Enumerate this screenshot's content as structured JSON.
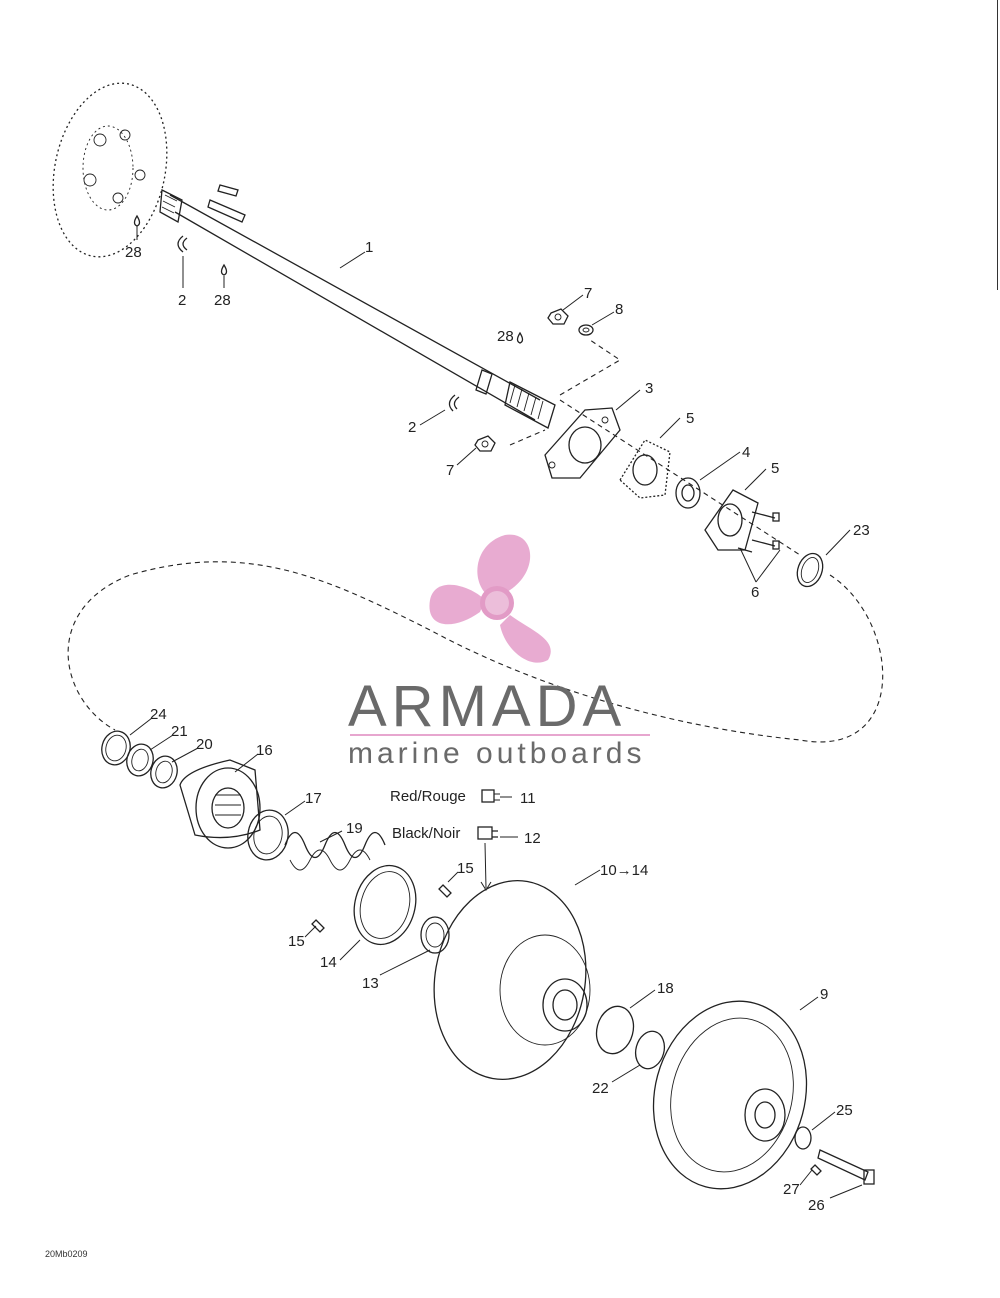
{
  "diagram": {
    "callouts": [
      "1",
      "2",
      "2",
      "3",
      "4",
      "5",
      "5",
      "6",
      "7",
      "7",
      "8",
      "9",
      "10→14",
      "11",
      "12",
      "13",
      "14",
      "15",
      "15",
      "16",
      "17",
      "18",
      "19",
      "20",
      "21",
      "22",
      "23",
      "24",
      "25",
      "26",
      "27",
      "28",
      "28",
      "28"
    ],
    "color_labels": {
      "red": "Red/Rouge",
      "black": "Black/Noir"
    },
    "figure_code": "20Mb0209"
  },
  "watermark": {
    "brand": "ARMADA",
    "tagline": "marine outboards",
    "icon": "propeller-icon",
    "colors": {
      "propeller": "#e7a6cf",
      "text": "#6a6a6a",
      "rule": "#e7a6cf"
    }
  }
}
